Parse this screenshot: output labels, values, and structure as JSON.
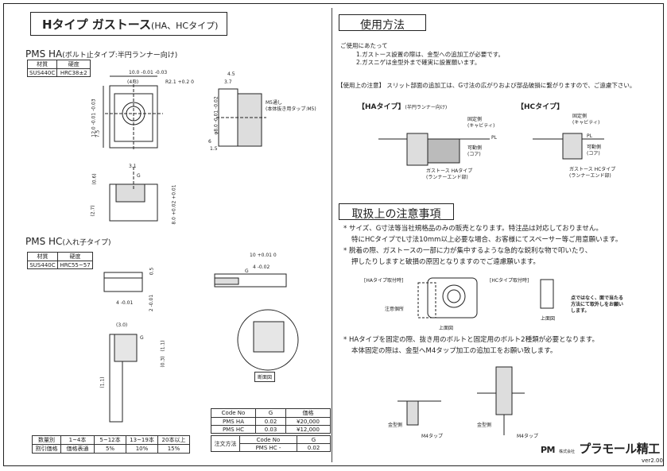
{
  "title": {
    "main": "Hタイプ ガストース",
    "paren": "(HA、HCタイプ)"
  },
  "ha": {
    "heading": "PMS HA",
    "sub": "(ボルト止タイプ:半円ランナー向け)",
    "mat_h": "材質",
    "hard_h": "硬度",
    "mat": "SUS440C",
    "hard": "HRC38±2",
    "dims": {
      "w": "10.0",
      "w_tol": "-0.01 -0.03",
      "inner": "(4.3)",
      "r": "R2.1",
      "r_tol": "+0.2 0",
      "h": "12.0",
      "h_tol": "-0.01 -0.03",
      "h2": "7.5",
      "side_w": "4.5",
      "side_w2": "3.7",
      "dia": "φ8.0",
      "dia_tol": "-0.01 -0.02",
      "d6": "6",
      "d1": "1.5",
      "d3": "3.1",
      "d06": "(0.6)",
      "d27": "(2.7)",
      "d8": "8.0",
      "d8_tol": "+0.02 +0.01",
      "g": "G",
      "m5a": "M5通し",
      "m5b": "(本体抜き用タップ:M5)"
    }
  },
  "hc": {
    "heading": "PMS HC",
    "sub": "(入れ子タイプ)",
    "mat_h": "材質",
    "hard_h": "硬度",
    "mat": "SUS440C",
    "hard": "HRC55~57",
    "dims": {
      "l10": "10",
      "l10_tol": "+0.01 0",
      "l4": "4",
      "l4_tol": "-0.02",
      "g": "G",
      "d05": "0.5",
      "d4": "4",
      "d4_tol": "-0.01",
      "d2": "2",
      "d2_tol": "-0.01",
      "d30": "(3.0)",
      "g2": "G",
      "d11": "(1.1)",
      "d11b": "(1.1)",
      "d03": "(0.3)",
      "section": "断面図"
    }
  },
  "price_table": {
    "h1": "Code No",
    "h2": "G",
    "h3": "価格",
    "rows": [
      [
        "PMS HA",
        "0.02",
        "¥20,000"
      ],
      [
        "PMS HC",
        "0.03",
        "¥12,000"
      ]
    ]
  },
  "order": {
    "label": "注文方法",
    "h1": "Code No",
    "h2": "G",
    "c1": "PMS HC",
    "c2": "-",
    "c3": "0.02"
  },
  "qty": {
    "h0": "数量別",
    "r0": "割引価格",
    "cols": [
      "1~4本",
      "5~12本",
      "13~19本",
      "20本以上"
    ],
    "vals": [
      "価格表通",
      "5%",
      "10%",
      "15%"
    ]
  },
  "usage": {
    "heading": "使用方法",
    "intro": "ご使用にあたって",
    "items": [
      "1.ガストース設置の際は、金型への追加工が必要です。",
      "2.ガスニゲは金型外まで確実に設置願います。"
    ],
    "caution_label": "【使用上の注意】",
    "caution": "スリット部面の追加工は、G寸法の広がりおよび部品破損に繋がりますので、ご遠慮下さい。",
    "ha_type": "【HAタイプ】",
    "ha_type_sub": "(半円ランナー向け)",
    "hc_type": "【HCタイプ】",
    "l_fixed": "固定側",
    "l_cavity": "(キャビティ)",
    "l_pl": "PL",
    "l_move": "可動側",
    "l_core": "(コア)",
    "l_gas_ha": "ガストース HAタイプ",
    "l_runner": "(ランナーエンド部)",
    "l_gas_hc": "ガストース HCタイプ"
  },
  "handling": {
    "heading": "取扱上の注意事項",
    "lines": [
      "* サイズ、G寸法等当社規格品のみの販売となります。特注品は対応しておりません。",
      "特にHCタイプでL寸法10mm以上必要な場合、お客様にてスペーサー等ご用意願います。",
      "* 脱着の際、ガストースの一部に力が集中するような急的な鋭利な物で叩いたり、",
      "押したりしますと破損の原因となりますのでご遠慮願います。"
    ],
    "ha_fig": "[HAタイプ取付時]",
    "hc_fig": "[HCタイプ取付時]",
    "note_spot": "注意個所",
    "top_view": "上面図",
    "top_view2": "上面図",
    "hint": [
      "点ではなく、面で当たる",
      "方法にて取外しをお願い",
      "します。"
    ],
    "lines2": [
      "* HAタイプを固定の際、抜き用のボルトと固定用のボルト2種類が必要となります。",
      "本体固定の際は、金型へM4タップ加工の追加工をお願い致します。"
    ],
    "die1": "金型側",
    "die2": "金型側",
    "m4a": "M4タップ",
    "m4b": "M4タップ"
  },
  "logo": {
    "mark": "PM",
    "small": "株式会社",
    "name": "プラモール精工"
  },
  "version": "ver2.00"
}
